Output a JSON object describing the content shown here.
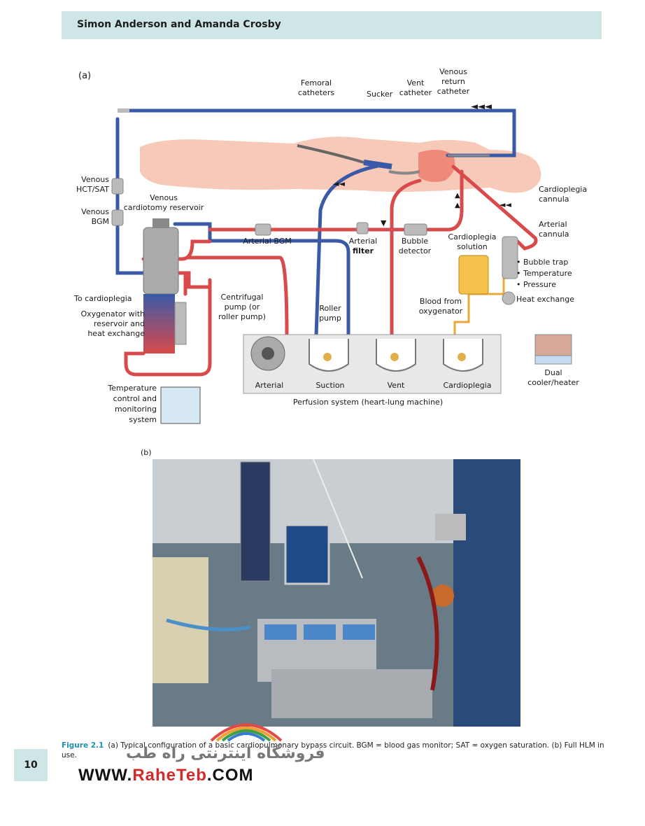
{
  "header": {
    "authors": "Simon Anderson and Amanda Crosby"
  },
  "figure": {
    "panel_a_label": "(a)",
    "panel_b_label": "(b)",
    "labels": {
      "femoral_catheters": [
        "Femoral",
        "catheters"
      ],
      "sucker": "Sucker",
      "vent_catheter": [
        "Vent",
        "catheter"
      ],
      "venous_return_catheter": [
        "Venous",
        "return",
        "catheter"
      ],
      "venous_hct_sat": [
        "Venous",
        "HCT/SAT"
      ],
      "venous_bgm": [
        "Venous",
        "BGM"
      ],
      "venous_cardiotomy_reservoir": [
        "Venous",
        "cardiotomy reservoir"
      ],
      "arterial_bgm": "Arterial BGM",
      "arterial_filter": [
        "Arterial",
        "filter"
      ],
      "bubble_detector": [
        "Bubble",
        "detector"
      ],
      "cardioplegia_cannula": [
        "Cardioplegia",
        "cannula"
      ],
      "arterial_cannula": [
        "Arterial",
        "cannula"
      ],
      "cardioplegia_solution": [
        "Cardioplegia",
        "solution"
      ],
      "bubble_trap": "• Bubble trap",
      "temperature": "• Temperature",
      "pressure": "• Pressure",
      "heat_exchange": "Heat exchange",
      "to_cardioplegia": "To cardioplegia",
      "oxygenator": [
        "Oxygenator with",
        "reservoir and",
        "heat exchange"
      ],
      "centrifugal_pump": [
        "Centrifugal",
        "pump (or",
        "roller pump)"
      ],
      "roller_pump": [
        "Roller",
        "pump"
      ],
      "blood_from_oxygenator": [
        "Blood from",
        "oxygenator"
      ],
      "temperature_control": [
        "Temperature",
        "control and",
        "monitoring",
        "system"
      ],
      "arterial": "Arterial",
      "suction": "Suction",
      "vent": "Vent",
      "cardioplegia": "Cardioplegia",
      "dual_cooler_heater": [
        "Dual",
        "cooler/heater"
      ],
      "perfusion_system": "Perfusion system (heart-lung machine)"
    },
    "colors": {
      "venous": "#3a5aa8",
      "arterial": "#d94a4a",
      "body": "#f6c9b8",
      "heart": "#ee8a7a"
    }
  },
  "caption": {
    "figure_label": "Figure 2.1",
    "text": "(a) Typical configuration of a basic cardiopulmonary bypass circuit. BGM = blood gas monitor; SAT = oxygen saturation. (b) Full HLM in use."
  },
  "page_number": "10",
  "watermark": {
    "persian": "فروشگاه اینترنتی راه طب",
    "url_prefix": "WWW.",
    "url_brand": "RaheTeb",
    "url_suffix": ".COM"
  }
}
